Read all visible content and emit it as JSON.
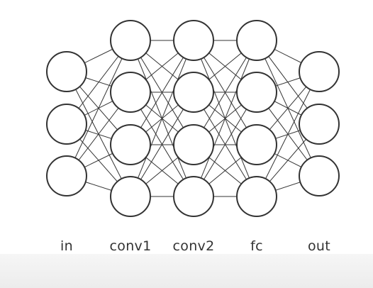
{
  "diagram": {
    "layers": [
      {
        "label": "in",
        "nodes": 3
      },
      {
        "label": "conv1",
        "nodes": 4
      },
      {
        "label": "conv2",
        "nodes": 4
      },
      {
        "label": "fc",
        "nodes": 4
      },
      {
        "label": "out",
        "nodes": 3
      }
    ],
    "fully_connected": true
  },
  "colors": {
    "node_stroke": "#333333",
    "edge": "#333333",
    "node_fill": "#ffffff",
    "label": "#333333"
  }
}
